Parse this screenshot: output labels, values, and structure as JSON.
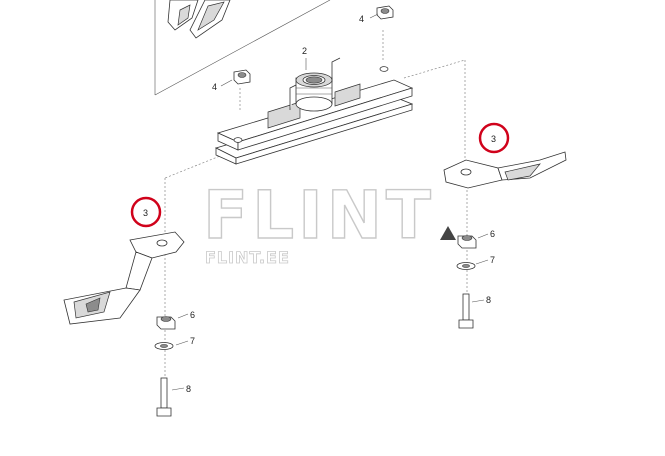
{
  "diagram": {
    "callouts": {
      "c4a": "4",
      "c4b": "4",
      "c2": "2",
      "c3a": "3",
      "c3b": "3",
      "c6a": "6",
      "c7a": "7",
      "c8a": "8",
      "c6b": "6",
      "c7b": "7",
      "c8b": "8"
    },
    "watermark": {
      "main": "FLINT",
      "sub": "FLINT.EE"
    },
    "colors": {
      "highlight_circle": "#d0021b",
      "line": "#333333",
      "watermark": "#c9c9c9"
    }
  }
}
